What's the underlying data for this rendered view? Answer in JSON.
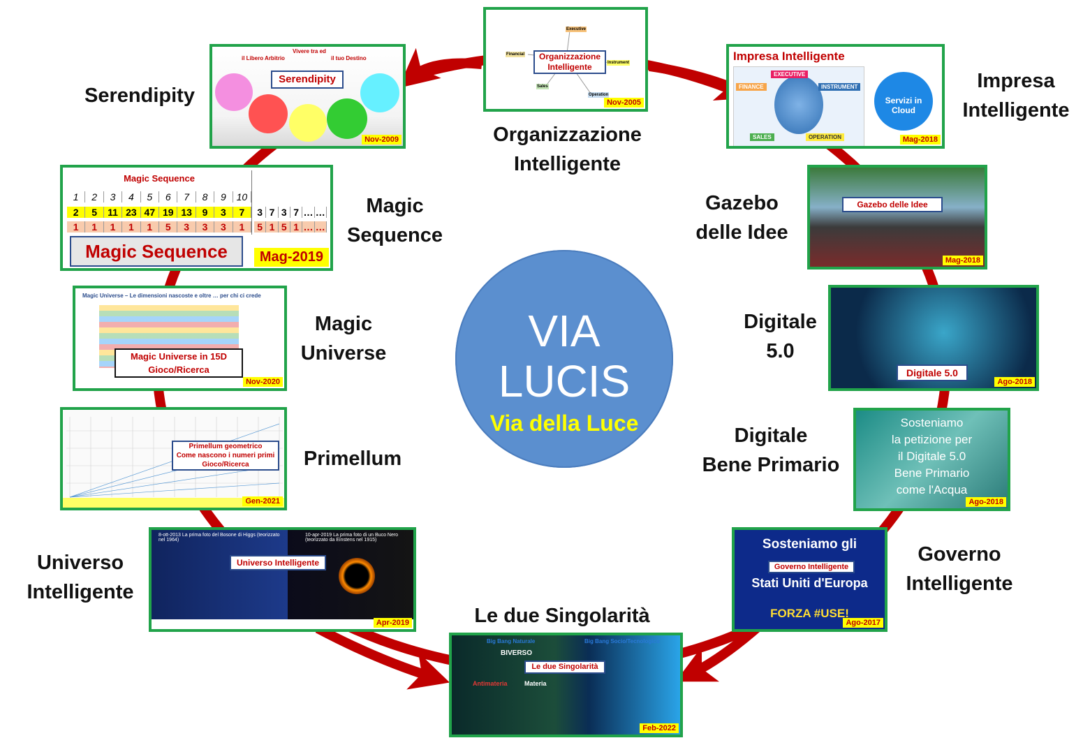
{
  "center": {
    "line1": "VIA",
    "line2": "LUCIS",
    "subtitle": "Via della Luce",
    "color": "#5b8fcf"
  },
  "colors": {
    "arrow": "#c00000",
    "frame": "#21a34a",
    "date_bg": "#ffff00",
    "date_text": "#c00000"
  },
  "labels": {
    "organizzazione": [
      "Organizzazione",
      "Intelligente"
    ],
    "impresa": [
      "Impresa",
      "Intelligente"
    ],
    "gazebo": [
      "Gazebo",
      "delle Idee"
    ],
    "digitale": [
      "Digitale",
      "5.0"
    ],
    "digitale_bene": [
      "Digitale",
      "Bene Primario"
    ],
    "governo": [
      "Governo",
      "Intelligente"
    ],
    "singolarita": [
      "Le due Singolarità"
    ],
    "universo": [
      "Universo",
      "Intelligente"
    ],
    "primellum": [
      "Primellum"
    ],
    "magic_universe": [
      "Magic",
      "Universe"
    ],
    "magic_sequence": [
      "Magic",
      "Sequence"
    ],
    "serendipity": [
      "Serendipity"
    ]
  },
  "thumbs": {
    "organizzazione": {
      "title": "Organizzazione Intelligente",
      "date": "Nov-2005",
      "nodes": [
        "Executive",
        "Financial",
        "Instrument",
        "Sales",
        "Operation"
      ]
    },
    "impresa": {
      "title": "Impresa Intelligente",
      "date": "Mag-2018",
      "tags": [
        "EXECUTIVE",
        "FINANCE",
        "INSTRUMENT",
        "SALES",
        "OPERATION"
      ],
      "cloud": "Servizi in Cloud"
    },
    "gazebo": {
      "title": "Gazebo delle Idee",
      "date": "Mag-2018"
    },
    "digitale": {
      "title": "Digitale 5.0",
      "date": "Ago-2018"
    },
    "digitale_bene": {
      "text": [
        "Sosteniamo",
        "la petizione per",
        "il Digitale 5.0",
        "Bene Primario",
        "come l'Acqua"
      ],
      "date": "Ago-2018"
    },
    "governo": {
      "line1": "Sosteniamo gli",
      "badge": "Governo Intelligente",
      "line2": "Stati Uniti d'Europa",
      "line3": "FORZA #USE!",
      "date": "Ago-2017"
    },
    "singolarita": {
      "left_head": "Big Bang Naturale",
      "right_head": "Big Bang Socio/Tecnologico",
      "biverso": "BIVERSO",
      "title": "Le due Singolarità",
      "anti": "Antimateria",
      "materia": "Materia",
      "date": "Feb-2022"
    },
    "universo": {
      "title": "Universo Intelligente",
      "left_caption": "8-ott-2013 La prima foto del Bosone di Higgs (teorizzato nel 1964)",
      "right_caption": "10-apr-2019 La prima foto di un Buco Nero (teorizzato da Einstens nel 1915)",
      "date": "Apr-2019"
    },
    "primellum": {
      "title": [
        "Primellum geometrico",
        "Come nascono i numeri primi",
        "Gioco/Ricerca"
      ],
      "date": "Gen-2021"
    },
    "magic_universe": {
      "header": "Magic Universe – Le dimensioni nascoste e oltre … per chi ci crede",
      "title": [
        "Magic Universe in 15D",
        "Gioco/Ricerca"
      ],
      "date": "Nov-2020"
    },
    "magic_sequence": {
      "header": "Magic Sequence",
      "idx": [
        "1",
        "2",
        "3",
        "4",
        "5",
        "6",
        "7",
        "8",
        "9",
        "10"
      ],
      "row1": [
        "2",
        "5",
        "11",
        "23",
        "47",
        "19",
        "13",
        "9",
        "3",
        "7"
      ],
      "row2": [
        "1",
        "1",
        "1",
        "1",
        "1",
        "5",
        "3",
        "3",
        "3",
        "1"
      ],
      "ext1": [
        "3",
        "7",
        "3",
        "7",
        "…",
        "…"
      ],
      "ext2": [
        "5",
        "1",
        "5",
        "1",
        "…",
        "…"
      ],
      "title": "Magic Sequence",
      "date": "Mag-2019"
    },
    "serendipity": {
      "top": [
        "il Libero Arbitrio",
        "Vivere tra ed",
        "il tuo Destino"
      ],
      "title": "Serendipity",
      "date": "Nov-2009"
    }
  }
}
